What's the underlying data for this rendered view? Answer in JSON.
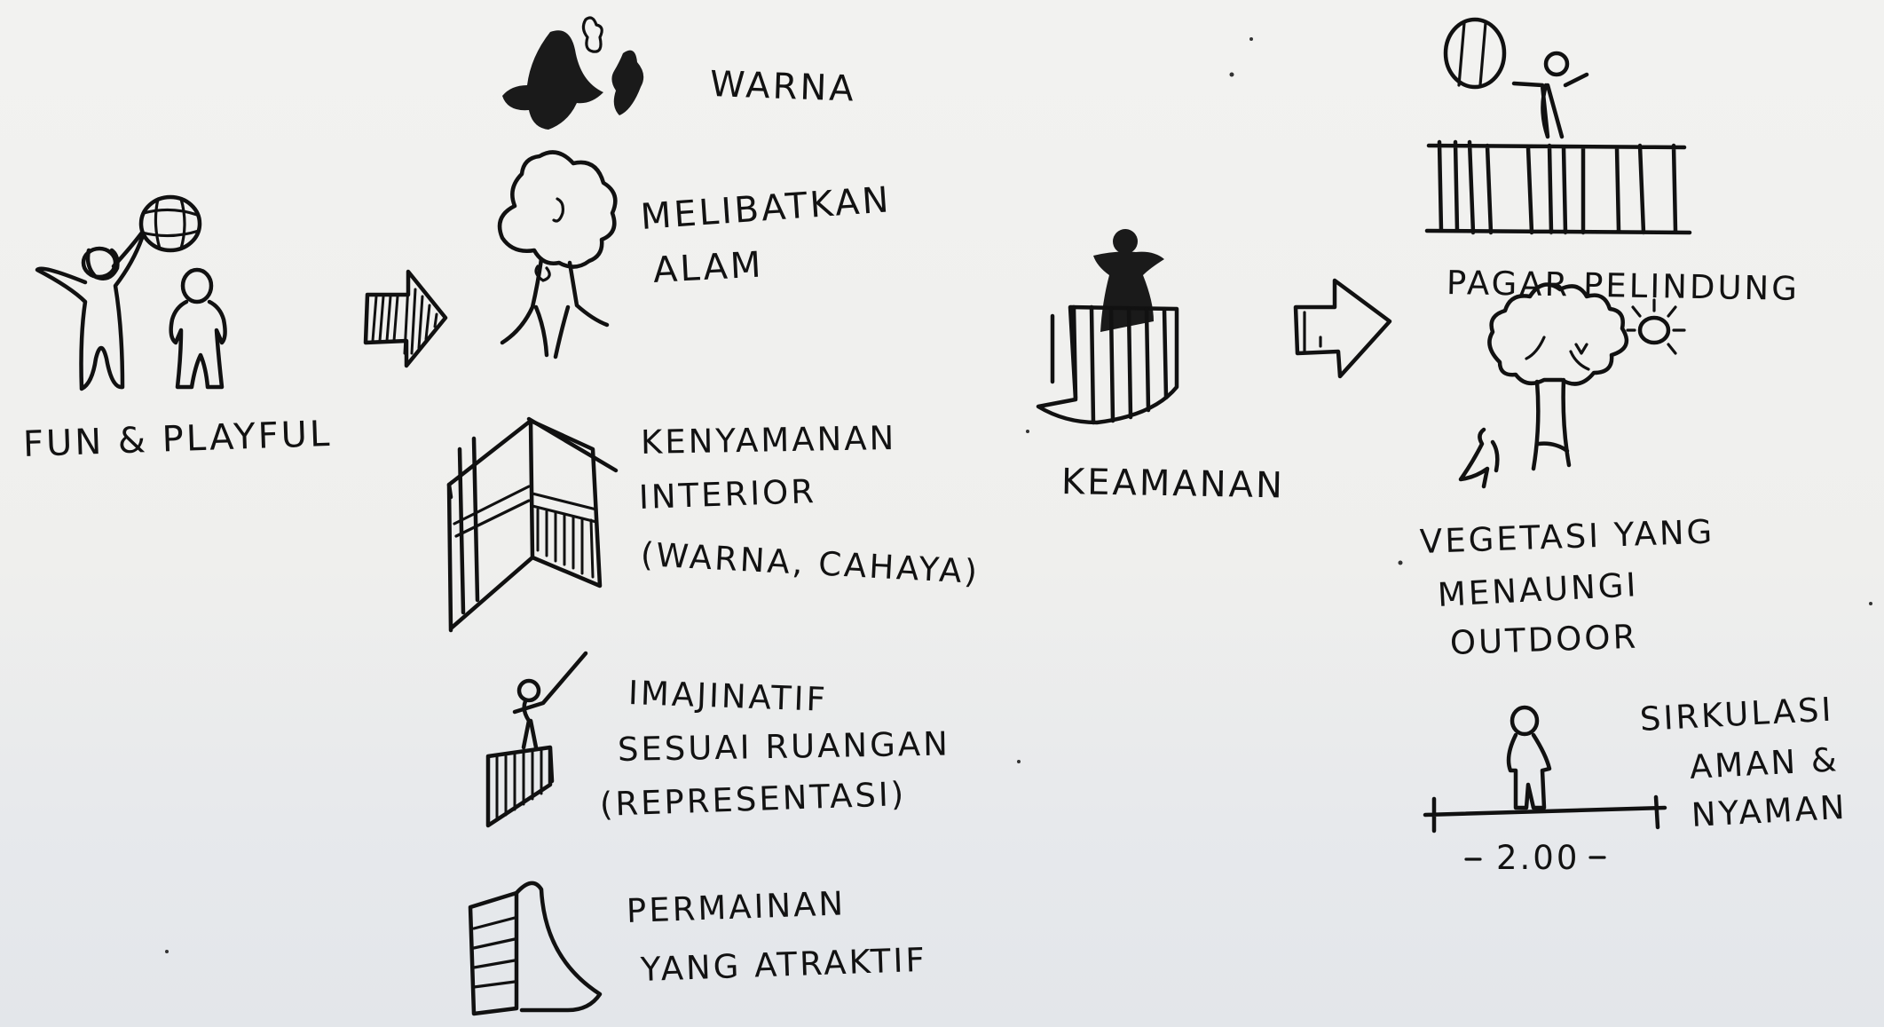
{
  "sketch": {
    "left_concept": {
      "title": "FUN & PLAYFUL"
    },
    "fun_items": [
      {
        "label": "WARNA"
      },
      {
        "label_line1": "MELIBATKAN",
        "label_line2": "ALAM"
      },
      {
        "label_line1": "KENYAMANAN",
        "label_line2": "INTERIOR",
        "label_line3": "(WARNA, CAHAYA)"
      },
      {
        "label_line1": "IMAJINATIF",
        "label_line2": "SESUAI RUANGAN",
        "label_line3": "(REPRESENTASI)"
      },
      {
        "label_line1": "PERMAINAN",
        "label_line2": "YANG ATRAKTIF"
      }
    ],
    "right_concept": {
      "title": "KEAMANAN"
    },
    "safety_items": [
      {
        "label": "PAGAR PELINDUNG"
      },
      {
        "label_line1": "VEGETASI YANG",
        "label_line2": "MENAUNGI",
        "label_line3": "OUTDOOR"
      },
      {
        "label_line1": "SIRKULASI",
        "label_line2": "AMAN &",
        "label_line3": "NYAMAN",
        "dimension": "2.00"
      }
    ]
  }
}
